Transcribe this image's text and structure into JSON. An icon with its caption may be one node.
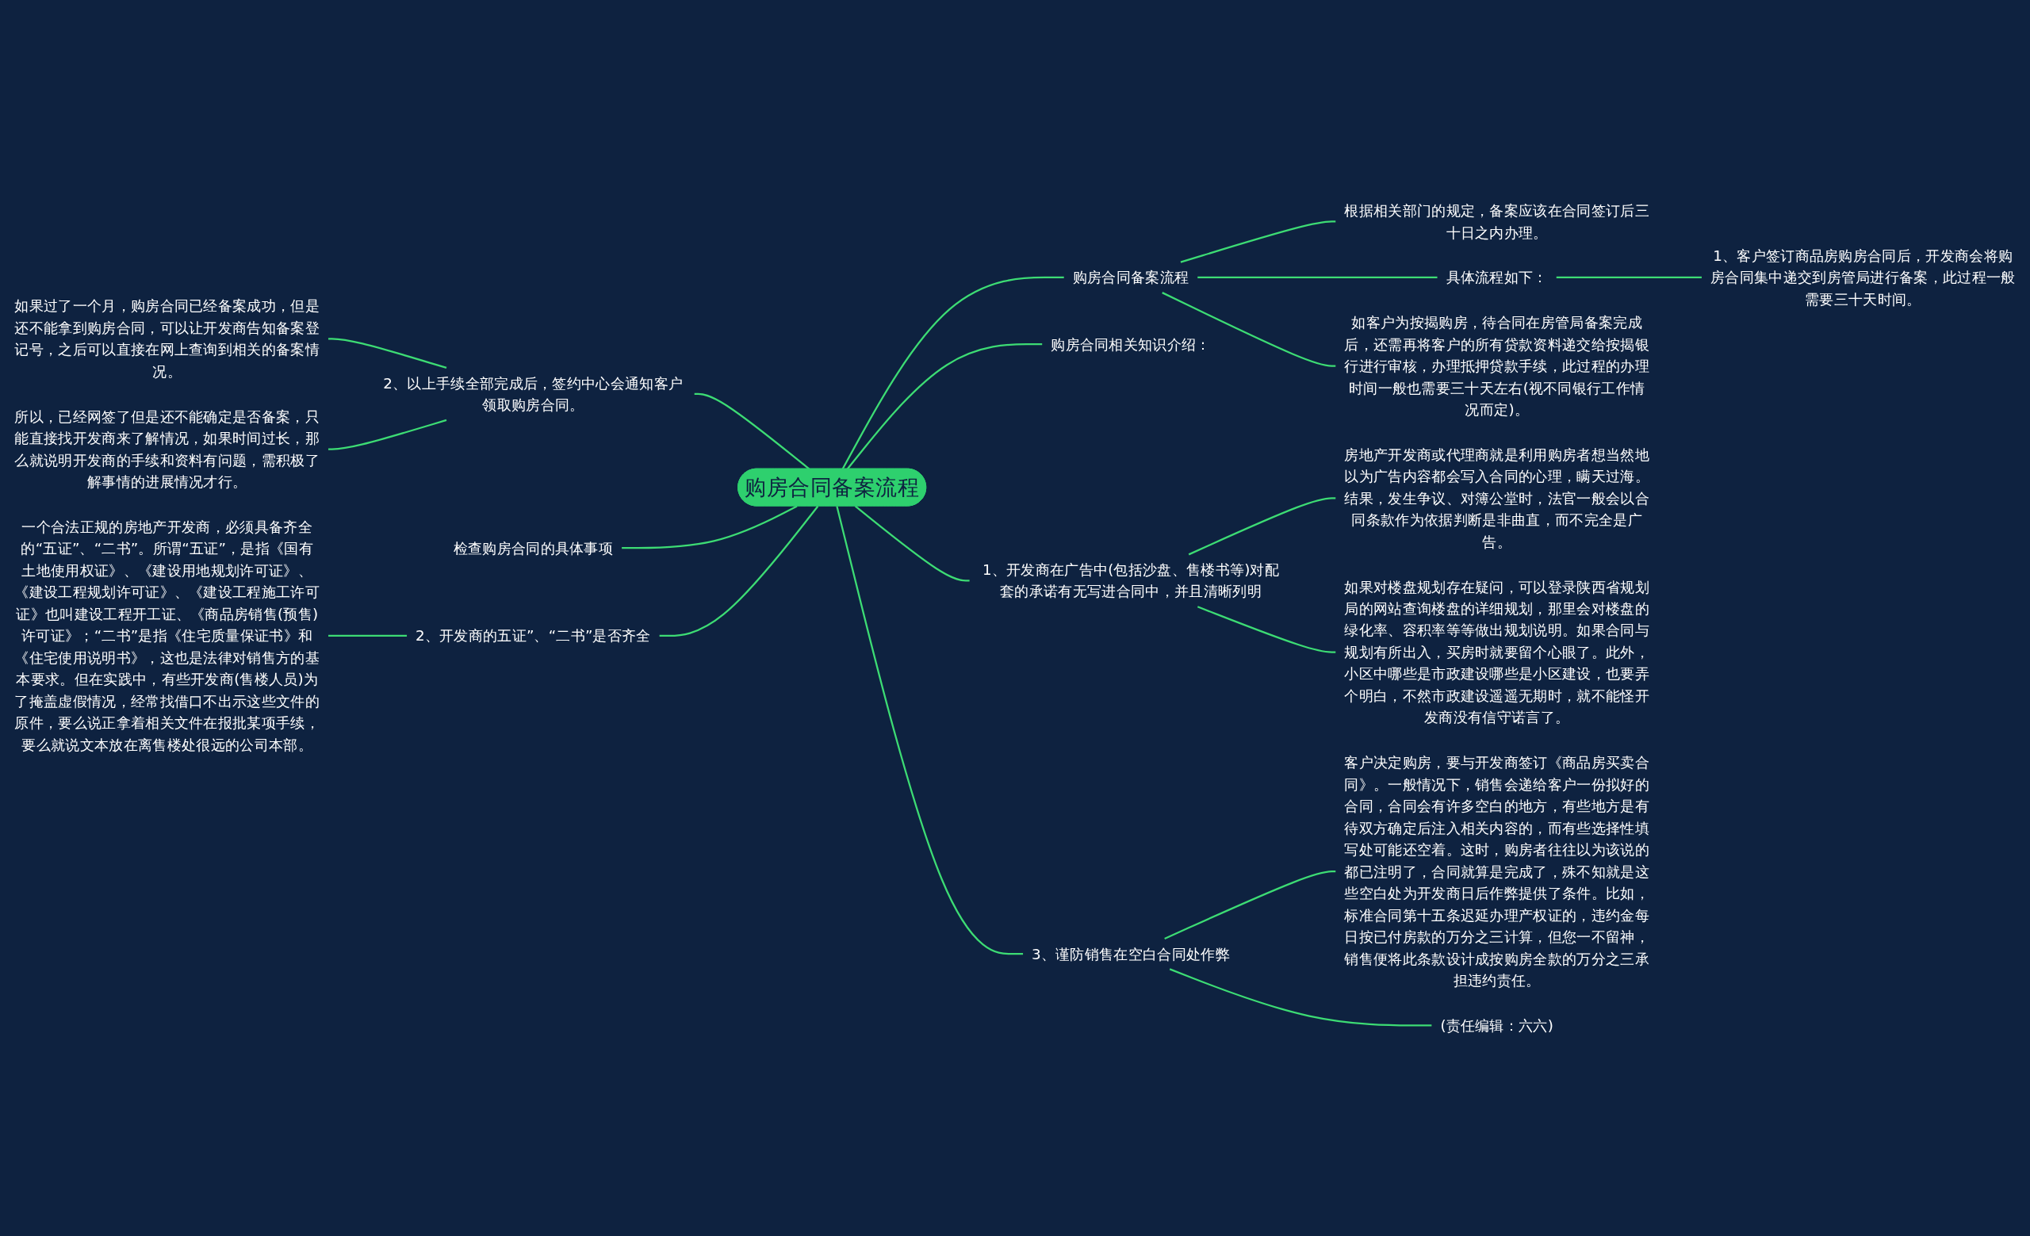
{
  "diagram": {
    "nodes": [
      {
        "text": [
          "购房合同备案流程"
        ]
      },
      {
        "text": [
          "购房合同备案流程"
        ]
      },
      {
        "text": [
          "根据相关部门的规定，备案应该在合同签订后三十日之内办理。"
        ]
      },
      {
        "text": [
          "具体流程如下："
        ]
      },
      {
        "text": [
          "1、客户签订商品房购房合同后，开发商会将购房合同集中递交到房管局进行备案，此过程一般需要三十天时间。"
        ]
      },
      {
        "text": [
          "如客户为按揭购房，待合同在房管局备案完成后，还需再将客户的所有贷款资料递交给按揭银行进行审核，办理抵押贷款手续，此过程的办理时间一般也需要三十天左右(视不同银行工作情况而定)。"
        ]
      },
      {
        "text": [
          "购房合同相关知识介绍："
        ]
      },
      {
        "text": [
          "1、开发商在广告中(包括沙盘、售楼书等)对配套的承诺有无写进合同中，并且清晰列明"
        ]
      },
      {
        "text": [
          "房地产开发商或代理商就是利用购房者想当然地以为广告内容都会写入合同的心理，瞒天过海。结果，发生争议、对簿公堂时，法官一般会以合同条款作为依据判断是非曲直，而不完全是广告。"
        ]
      },
      {
        "text": [
          "如果对楼盘规划存在疑问，可以登录陕西省规划局的网站查询楼盘的详细规划，那里会对楼盘的绿化率、容积率等等做出规划说明。如果合同与规划有所出入，买房时就要留个心眼了。此外，小区中哪些是市政建设哪些是小区建设，也要弄个明白，不然市政建设遥遥无期时，就不能怪开发商没有信守诺言了。"
        ]
      },
      {
        "text": [
          "3、谨防销售在空白合同处作弊"
        ]
      },
      {
        "text": [
          "客户决定购房，要与开发商签订《商品房买卖合同》。一般情况下，销售会递给客户一份拟好的合同，合同会有许多空白的地方，有些地方是有待双方确定后注入相关内容的，而有些选择性填写处可能还空着。这时，购房者往往以为该说的都已注明了，合同就算是完成了，殊不知就是这些空白处为开发商日后作弊提供了条件。比如，标准合同第十五条迟延办理产权证的，违约金每日按已付房款的万分之三计算，但您一不留神，销售便将此条款设计成按购房全款的万分之三承担违约责任。"
        ]
      },
      {
        "text": [
          "(责任编辑：六六)"
        ]
      },
      {
        "text": [
          "2、以上手续全部完成后，签约中心会通知客户领取购房合同。"
        ]
      },
      {
        "text": [
          "如果过了一个月，购房合同已经备案成功，但是还不能拿到购房合同，可以让开发商告知备案登记号，之后可以直接在网上查询到相关的备案情况。"
        ]
      },
      {
        "text": [
          "所以，已经网签了但是还不能确定是否备案，只能直接找开发商来了解情况，如果时间过长，那么就说明开发商的手续和资料有问题，需积极了解事情的进展情况才行。"
        ]
      },
      {
        "text": [
          "检查购房合同的具体事项"
        ]
      },
      {
        "text": [
          "2、开发商的五证”、“二书”是否齐全"
        ]
      },
      {
        "text": [
          "一个合法正规的房地产开发商，必须具备齐全的“五证”、“二书”。所谓“五证”，是指《国有土地使用权证》、《建设用地规划许可证》、《建设工程规划许可证》、《建设工程施工许可证》也叫建设工程开工证、《商品房销售(预售)许可证》；“二书”是指《住宅质量保证书》和《住宅使用说明书》，这也是法律对销售方的基本要求。但在实践中，有些开发商(售楼人员)为了掩盖虚假情况，经常找借口不出示这些文件的原件，要么说正拿着相关文件在报批某项手续，要么就说文本放在离售楼处很远的公司本部。"
        ]
      }
    ],
    "edges": [
      {
        "from": 0,
        "to": 1,
        "arrow": "none"
      },
      {
        "from": 1,
        "to": 2,
        "arrow": "none"
      },
      {
        "from": 1,
        "to": 3,
        "arrow": "none"
      },
      {
        "from": 3,
        "to": 4,
        "arrow": "none"
      },
      {
        "from": 1,
        "to": 5,
        "arrow": "none"
      },
      {
        "from": 0,
        "to": 6,
        "arrow": "none"
      },
      {
        "from": 0,
        "to": 7,
        "arrow": "none"
      },
      {
        "from": 7,
        "to": 8,
        "arrow": "none"
      },
      {
        "from": 7,
        "to": 9,
        "arrow": "none"
      },
      {
        "from": 0,
        "to": 10,
        "arrow": "none"
      },
      {
        "from": 10,
        "to": 11,
        "arrow": "none"
      },
      {
        "from": 10,
        "to": 12,
        "arrow": "none"
      },
      {
        "from": 13,
        "to": 0,
        "arrow": "none"
      },
      {
        "from": 14,
        "to": 13,
        "arrow": "none"
      },
      {
        "from": 15,
        "to": 13,
        "arrow": "none"
      },
      {
        "from": 16,
        "to": 0,
        "arrow": "none"
      },
      {
        "from": 17,
        "to": 0,
        "arrow": "none"
      },
      {
        "from": 18,
        "to": 17,
        "arrow": "none"
      }
    ]
  }
}
